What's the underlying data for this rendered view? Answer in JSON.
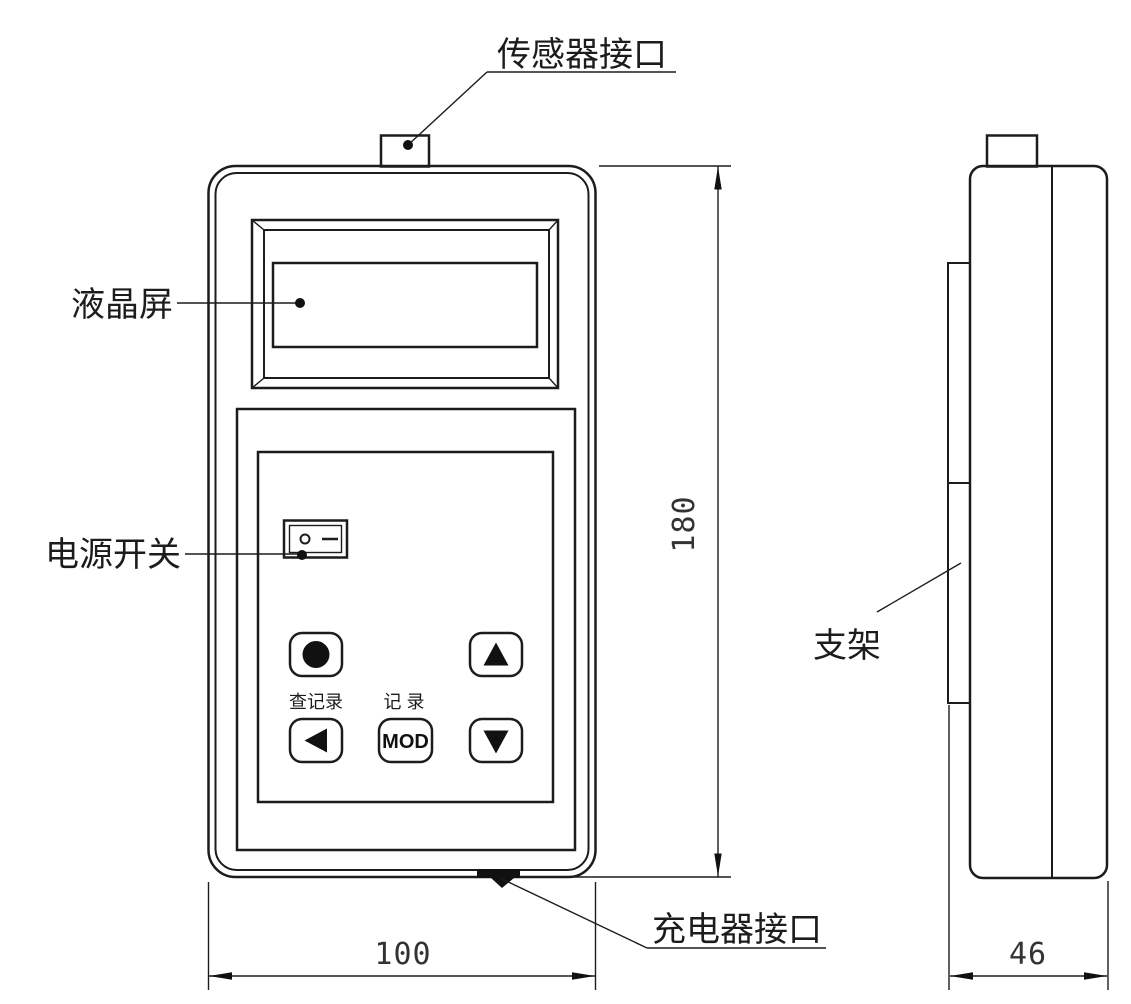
{
  "drawing": {
    "type": "technical-dimension-drawing",
    "views": [
      "front",
      "side"
    ],
    "colors": {
      "line": "#1c1c1c",
      "background": "#ffffff",
      "fill": "#111111"
    }
  },
  "front_view": {
    "callouts": {
      "sensor_port": "传感器接口",
      "lcd_screen": "液晶屏",
      "power_switch": "电源开关",
      "charger_port": "充电器接口"
    },
    "keypad": {
      "review_records_label": "查记录",
      "record_label": "记 录",
      "mod_button_label": "MOD",
      "icon_buttons": [
        "record-dot",
        "up-arrow",
        "left-arrow",
        "down-arrow"
      ]
    },
    "power_switch_symbols": {
      "off": "○",
      "on": "—"
    }
  },
  "side_view": {
    "callouts": {
      "bracket": "支架"
    }
  },
  "dimensions": {
    "width": "100",
    "height": "180",
    "depth": "46"
  }
}
